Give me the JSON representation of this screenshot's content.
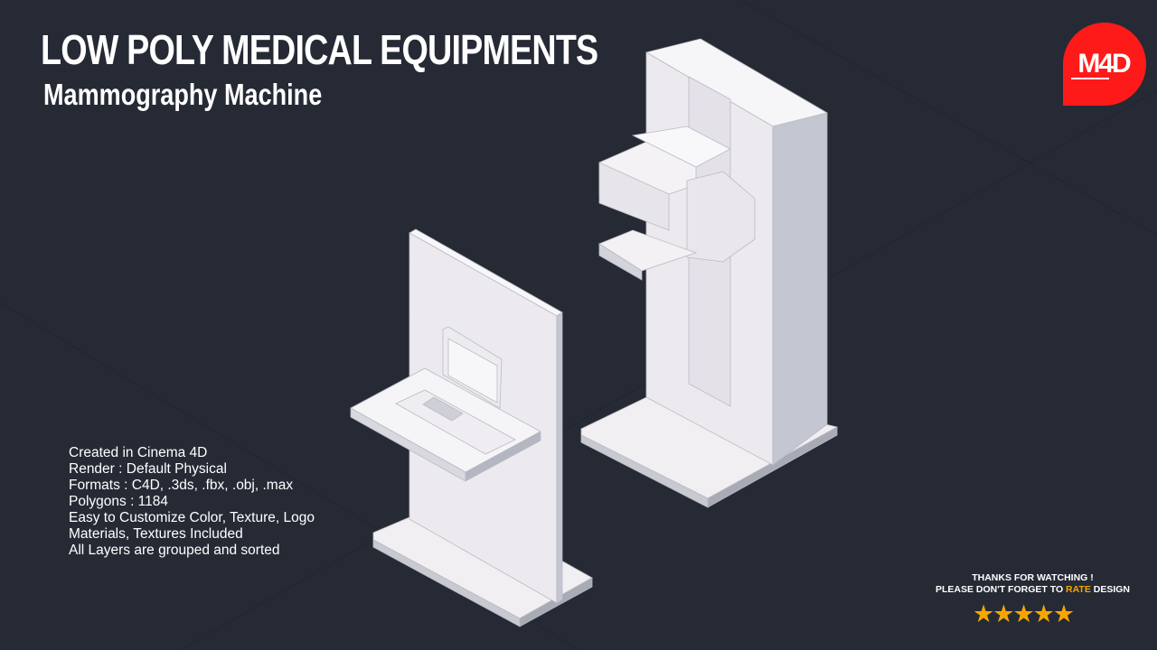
{
  "header": {
    "title": "LOW POLY MEDICAL EQUIPMENTS",
    "subtitle": "Mammography Machine"
  },
  "logo": {
    "text": "M4D",
    "color": "#ff1a1a"
  },
  "info": {
    "lines": [
      "Created in Cinema 4D",
      "Render : Default Physical",
      "Formats : C4D, .3ds, .fbx, .obj, .max",
      "Polygons : 1184",
      "Easy to Customize Color, Texture, Logo",
      "Materials, Textures Included",
      "All Layers are grouped and sorted"
    ]
  },
  "footer": {
    "thanks": "THANKS FOR WATCHING !",
    "reminder_prefix": "PLEASE DON'T FORGET TO ",
    "reminder_highlight": "RATE",
    "reminder_suffix": " DESIGN",
    "rating": 5,
    "rating_max": 5,
    "accent_color": "#f7a600"
  },
  "colors": {
    "background": "#252a35"
  }
}
